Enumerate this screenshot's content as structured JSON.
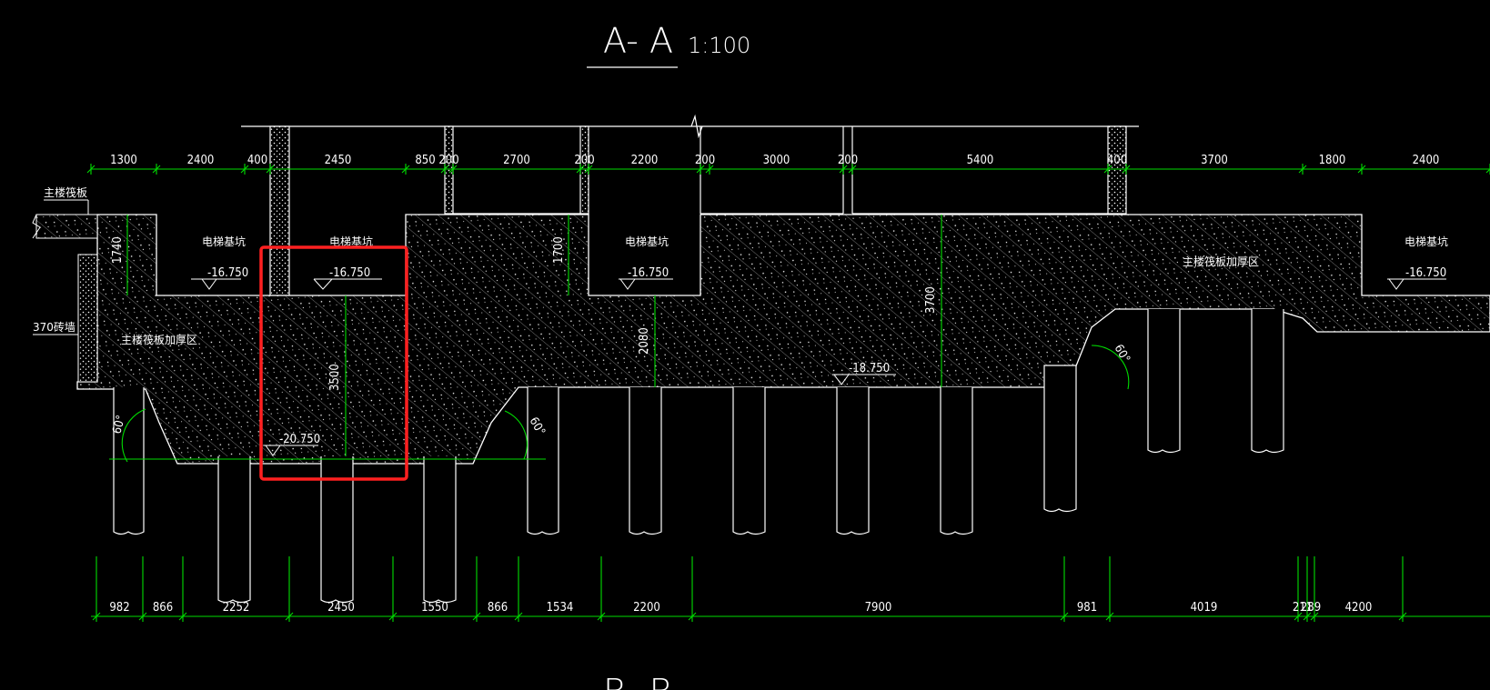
{
  "title": {
    "section": "A- A",
    "scale": "1:100",
    "next_section": "B- B"
  },
  "colors": {
    "background": "#000000",
    "linework": "#ffffff",
    "dimension": "#00dd00",
    "highlight": "#ff2020"
  },
  "top_dimensions": [
    "1300",
    "2400",
    "400",
    "2450",
    "850",
    "200",
    "2700",
    "200",
    "2200",
    "200",
    "3000",
    "200",
    "5400",
    "400",
    "3700",
    "1800",
    "2400"
  ],
  "bottom_dimensions": [
    "982",
    "866",
    "2252",
    "2450",
    "1550",
    "866",
    "1534",
    "2200",
    "7900",
    "981",
    "4019",
    "211",
    "289",
    "4200"
  ],
  "vertical_dimensions": [
    "1740",
    "1700",
    "3500",
    "2080",
    "3700"
  ],
  "elevations": [
    "-16.750",
    "-16.750",
    "-16.750",
    "-16.750",
    "-20.750",
    "-18.750"
  ],
  "labels": {
    "main_raft": "主楼筏板",
    "wall_370": "370砖墙",
    "elevator_pit_a": "电梯基坑",
    "elevator_pit_b": "电梯基坑",
    "elevator_pit_c": "电梯基坑",
    "elevator_pit_d": "电梯基坑",
    "thickened_zone_left": "主楼筏板加厚区",
    "thickened_zone_right": "主楼筏板加厚区"
  },
  "angles": [
    "60°",
    "60°",
    "60°"
  ]
}
